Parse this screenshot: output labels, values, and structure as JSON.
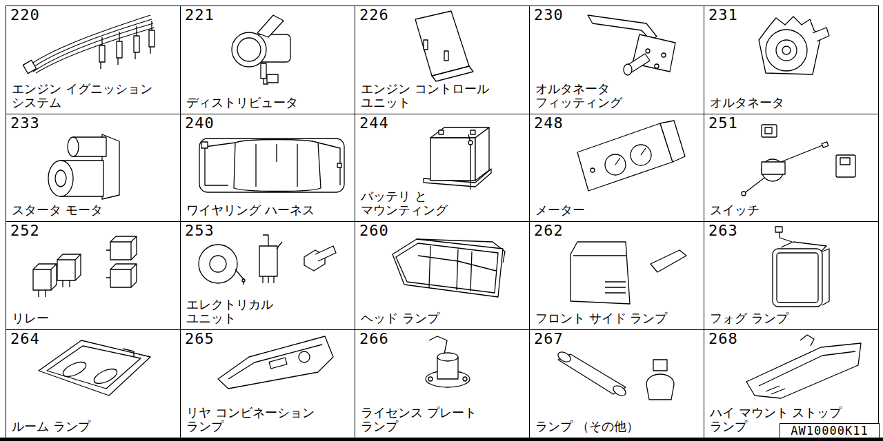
{
  "diagram": {
    "nodes": [
      {
        "text": [
          "220",
          "エンジン イグニッション システム"
        ]
      },
      {
        "text": [
          "221",
          "ディストリビュータ"
        ]
      },
      {
        "text": [
          "226",
          "エンジン コントロール ユニット"
        ]
      },
      {
        "text": [
          "230",
          "オルタネータ フィッティング"
        ]
      },
      {
        "text": [
          "231",
          "オルタネータ"
        ]
      },
      {
        "text": [
          "233",
          "スタータ モータ"
        ]
      },
      {
        "text": [
          "240",
          "ワイヤリング ハーネス"
        ]
      },
      {
        "text": [
          "244",
          "バッテリ と マウンティング"
        ]
      },
      {
        "text": [
          "248",
          "メーター"
        ]
      },
      {
        "text": [
          "251",
          "スイッチ"
        ]
      },
      {
        "text": [
          "252",
          "リレー"
        ]
      },
      {
        "text": [
          "253",
          "エレクトリカル ユニット"
        ]
      },
      {
        "text": [
          "260",
          "ヘッド ランプ"
        ]
      },
      {
        "text": [
          "262",
          "フロント サイド ランプ"
        ]
      },
      {
        "text": [
          "263",
          "フォグ ランプ"
        ]
      },
      {
        "text": [
          "264",
          "ルーム ランプ"
        ]
      },
      {
        "text": [
          "265",
          "リヤ コンビネーション ランプ"
        ]
      },
      {
        "text": [
          "266",
          "ライセンス プレート ランプ"
        ]
      },
      {
        "text": [
          "267",
          "ランプ （その他）"
        ]
      },
      {
        "text": [
          "268",
          "ハイ マウント ストップ ランプ"
        ]
      },
      {
        "text": [
          "AW10000K11"
        ]
      }
    ]
  }
}
